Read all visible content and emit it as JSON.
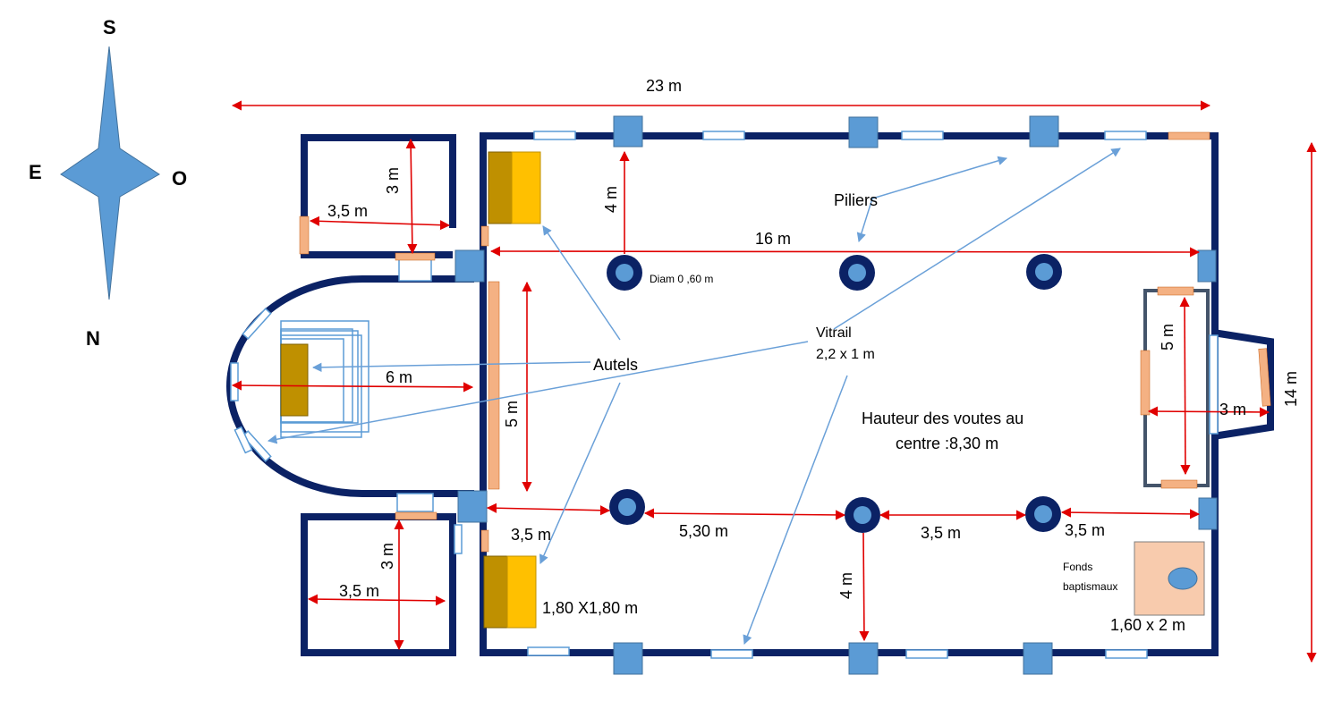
{
  "compass": {
    "south": "S",
    "north": "N",
    "east": "E",
    "west": "O"
  },
  "dimensions": {
    "total_length": "23 m",
    "total_width": "14 m",
    "nave_length": "16  m",
    "pillar_to_wall": "4 m",
    "pillar_to_wall_bottom": "4 m",
    "pillar_diameter": "Diam 0 ,60 m",
    "chapel_top_height": "3 m",
    "chapel_top_width": "3,5 m",
    "chapel_bottom_height": "3 m",
    "chapel_bottom_width": "3,5 m",
    "apse_depth": "6 m",
    "choir_wall": "5 m",
    "bay_1": "3,5 m",
    "bay_2": "5,30 m",
    "bay_3": "3,5 m",
    "bay_4": "3,5 m",
    "porch_height": "5 m",
    "porch_depth": "3 m",
    "altar_size": "1,80 X1,80 m",
    "font_size": "1,60 x 2 m"
  },
  "labels": {
    "pillars": "Piliers",
    "altars": "Autels",
    "window_title": "Vitrail",
    "window_size": "2,2 x 1 m",
    "vault_line1": "Hauteur des voutes au",
    "vault_line2": "centre :8,30 m",
    "font_line1": "Fonds",
    "font_line2": "baptismaux"
  },
  "colors": {
    "wall": "#0b2265",
    "pillar": "#5b9bd5",
    "arrow_red": "#e00000",
    "leader_blue": "#6aa0d8",
    "window_fill": "#ffffff",
    "door_fill": "#f4b183",
    "altar_gold": "#ffc000",
    "altar_dark": "#bf9000",
    "font_basin": "#f8cbad"
  }
}
